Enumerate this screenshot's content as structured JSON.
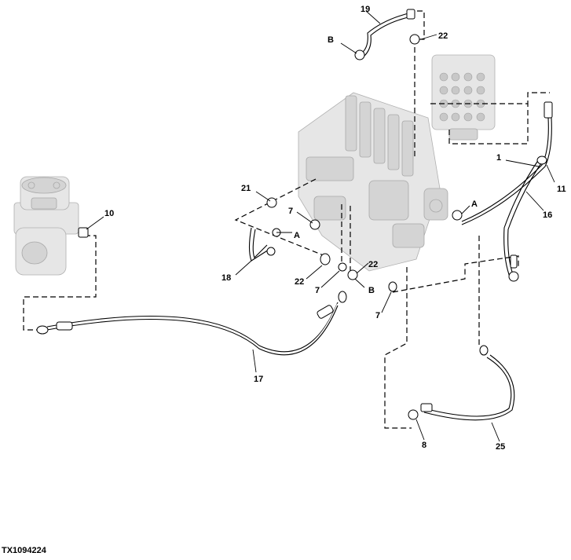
{
  "figure_id": "TX1094224",
  "callouts": {
    "c1": "1",
    "c7a": "7",
    "c7b": "7",
    "c7c": "7",
    "c8": "8",
    "c10": "10",
    "c11": "11",
    "c16": "16",
    "c17": "17",
    "c18": "18",
    "c19": "19",
    "c21": "21",
    "c22a": "22",
    "c22b": "22",
    "c22c": "22",
    "c25": "25",
    "cA1": "A",
    "cA2": "A",
    "cB1": "B",
    "cB2": "B"
  }
}
